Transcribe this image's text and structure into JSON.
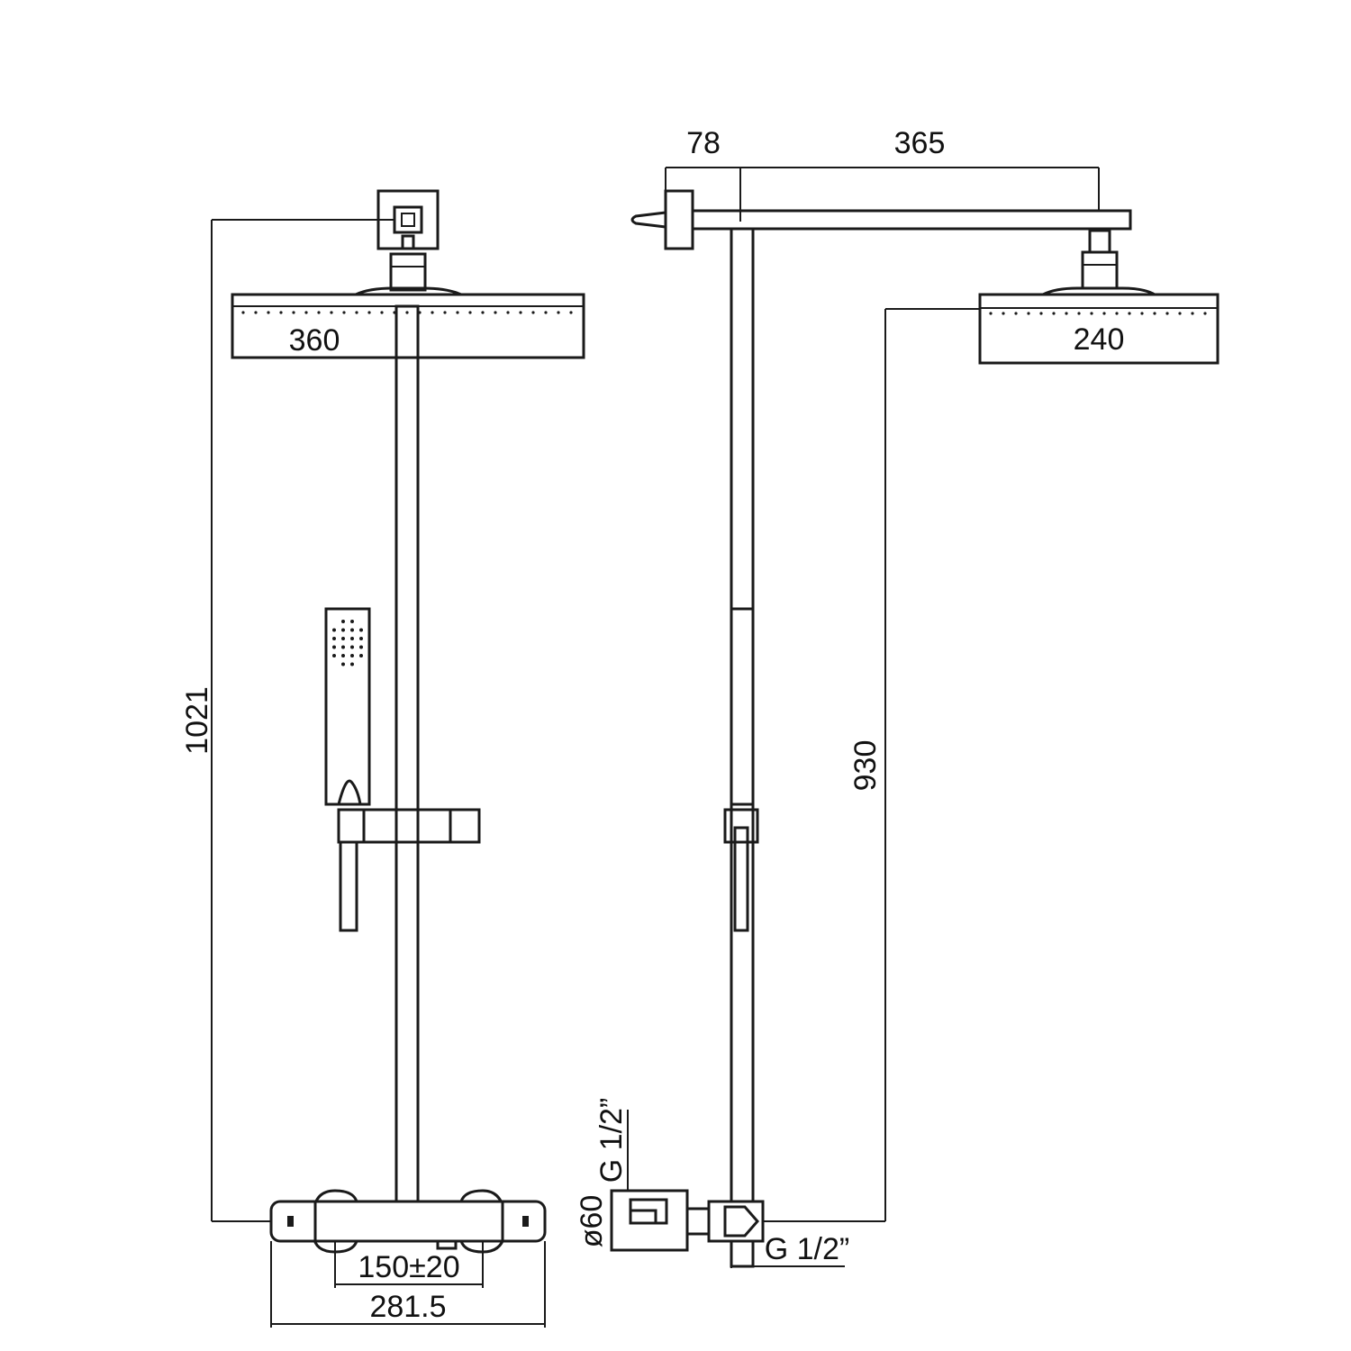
{
  "dimensions": {
    "front": {
      "total_height": "1021",
      "head_width": "360",
      "inlet_spacing": "150±20",
      "mixer_width": "281.5"
    },
    "side": {
      "wall_offset": "78",
      "arm_length": "365",
      "head_width": "240",
      "height": "930",
      "escutcheon_diameter": "ø60",
      "inlet_thread_top": "G 1/2”",
      "inlet_thread_bottom": "G 1/2”"
    }
  }
}
